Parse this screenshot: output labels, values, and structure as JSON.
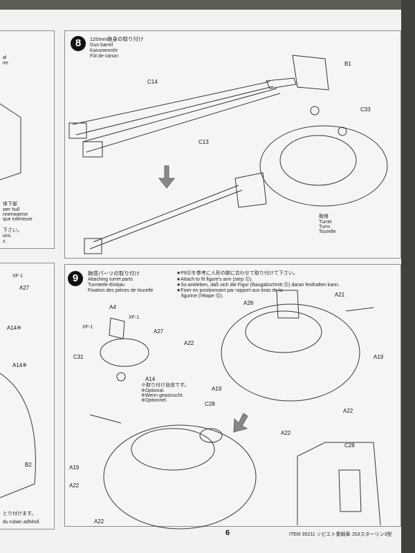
{
  "page": {
    "number": "6",
    "item_line": "ITEM 35211  ソビエト重戦車 JS3スターリン3型"
  },
  "step8": {
    "number": "8",
    "title_jp": "120mm砲身の取り付け",
    "title_en": "Gun barrel",
    "title_de": "Kanonenrohr",
    "title_fr": "Fût de canon",
    "parts": {
      "b1": "B1",
      "c14": "C14",
      "c13": "C13",
      "c33": "C33"
    },
    "turret_jp": "砲塔",
    "turret_en": "Turret",
    "turret_de": "Turm",
    "turret_fr": "Tourelle"
  },
  "step9": {
    "number": "9",
    "title_jp": "砲塔パーツの取り付け",
    "title_en": "Attaching turret parts",
    "title_de": "Turmteile-Einbau",
    "title_fr": "Fixation des pièces de tourelle",
    "note_jp": "★P8⑫を参考に人形の腕に合わせて取り付けて下さい。",
    "note_en": "★Attach to fit figure's arm (step ⑫).",
    "note_de": "★So ankleben, daß sich die Figur (Baugabschnitt ⑫) daran festhalten kann.",
    "note_fr1": "★Fixer en positionnant par rapport aux bras de la",
    "note_fr2": "figurine (l'étape ⑫).",
    "optional_jp": "※取り付け自由です。",
    "optional_en": "※Optional.",
    "optional_de": "※Wenn gewünscht.",
    "optional_fr": "※Optionnel.",
    "parts": {
      "a4": "A4",
      "xf1a": "XF-1",
      "xf1b": "XF-1",
      "a27": "A27",
      "c31": "C31",
      "a14": "A14",
      "a28": "A28",
      "a21": "A21",
      "a22a": "A22",
      "a19a": "A19",
      "a19b": "A19",
      "a22b": "A22",
      "a22c": "A22",
      "c28a": "C28",
      "a19c": "A19",
      "a22d": "A22",
      "a22e": "A22",
      "c28b": "C28"
    }
  },
  "left_page": {
    "frag1": "体下部",
    "frag2": "wer hull",
    "frag3": "nnenwanne",
    "frag4": "que inférieure",
    "frag5": "下さい。",
    "frag6": "ons.",
    "frag7": "s.",
    "frag8": "XF-1",
    "frag9": "A27",
    "frag10": "A14※",
    "frag11": "A14※",
    "frag12": "B2",
    "frag13": "とり付けます。",
    "frag14": "du ruban adhésif.",
    "frag15": "al",
    "frag16": "ire"
  }
}
